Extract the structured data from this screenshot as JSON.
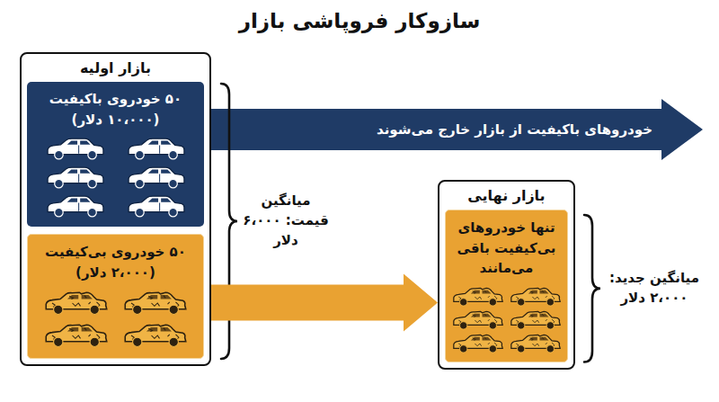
{
  "diagram": {
    "title": "سازوکار فروپاشی بازار",
    "nodes": [
      {
        "text": [
          "بازار اولیه"
        ]
      },
      {
        "text": [
          "۵۰ خودروی باکیفیت (۱۰،۰۰۰ دلار)"
        ],
        "in": 0
      },
      {
        "text": [
          "۵۰ خودروی بی‌کیفیت (۲،۰۰۰ دلار)"
        ],
        "in": 0
      },
      {
        "text": [
          "بازار نهایی"
        ]
      },
      {
        "text": [
          "تنها خودروهای بی‌کیفیت باقی می‌مانند"
        ],
        "in": 3
      }
    ],
    "edges": [
      {
        "from": 2,
        "to": 3,
        "arrow": "to"
      }
    ],
    "labels": [
      "خودروهای باکیفیت از بازار خارج می‌شوند",
      "میانگین قیمت: ۶،۰۰۰ دلار",
      "میانگین جدید: ۲،۰۰۰ دلار"
    ]
  }
}
